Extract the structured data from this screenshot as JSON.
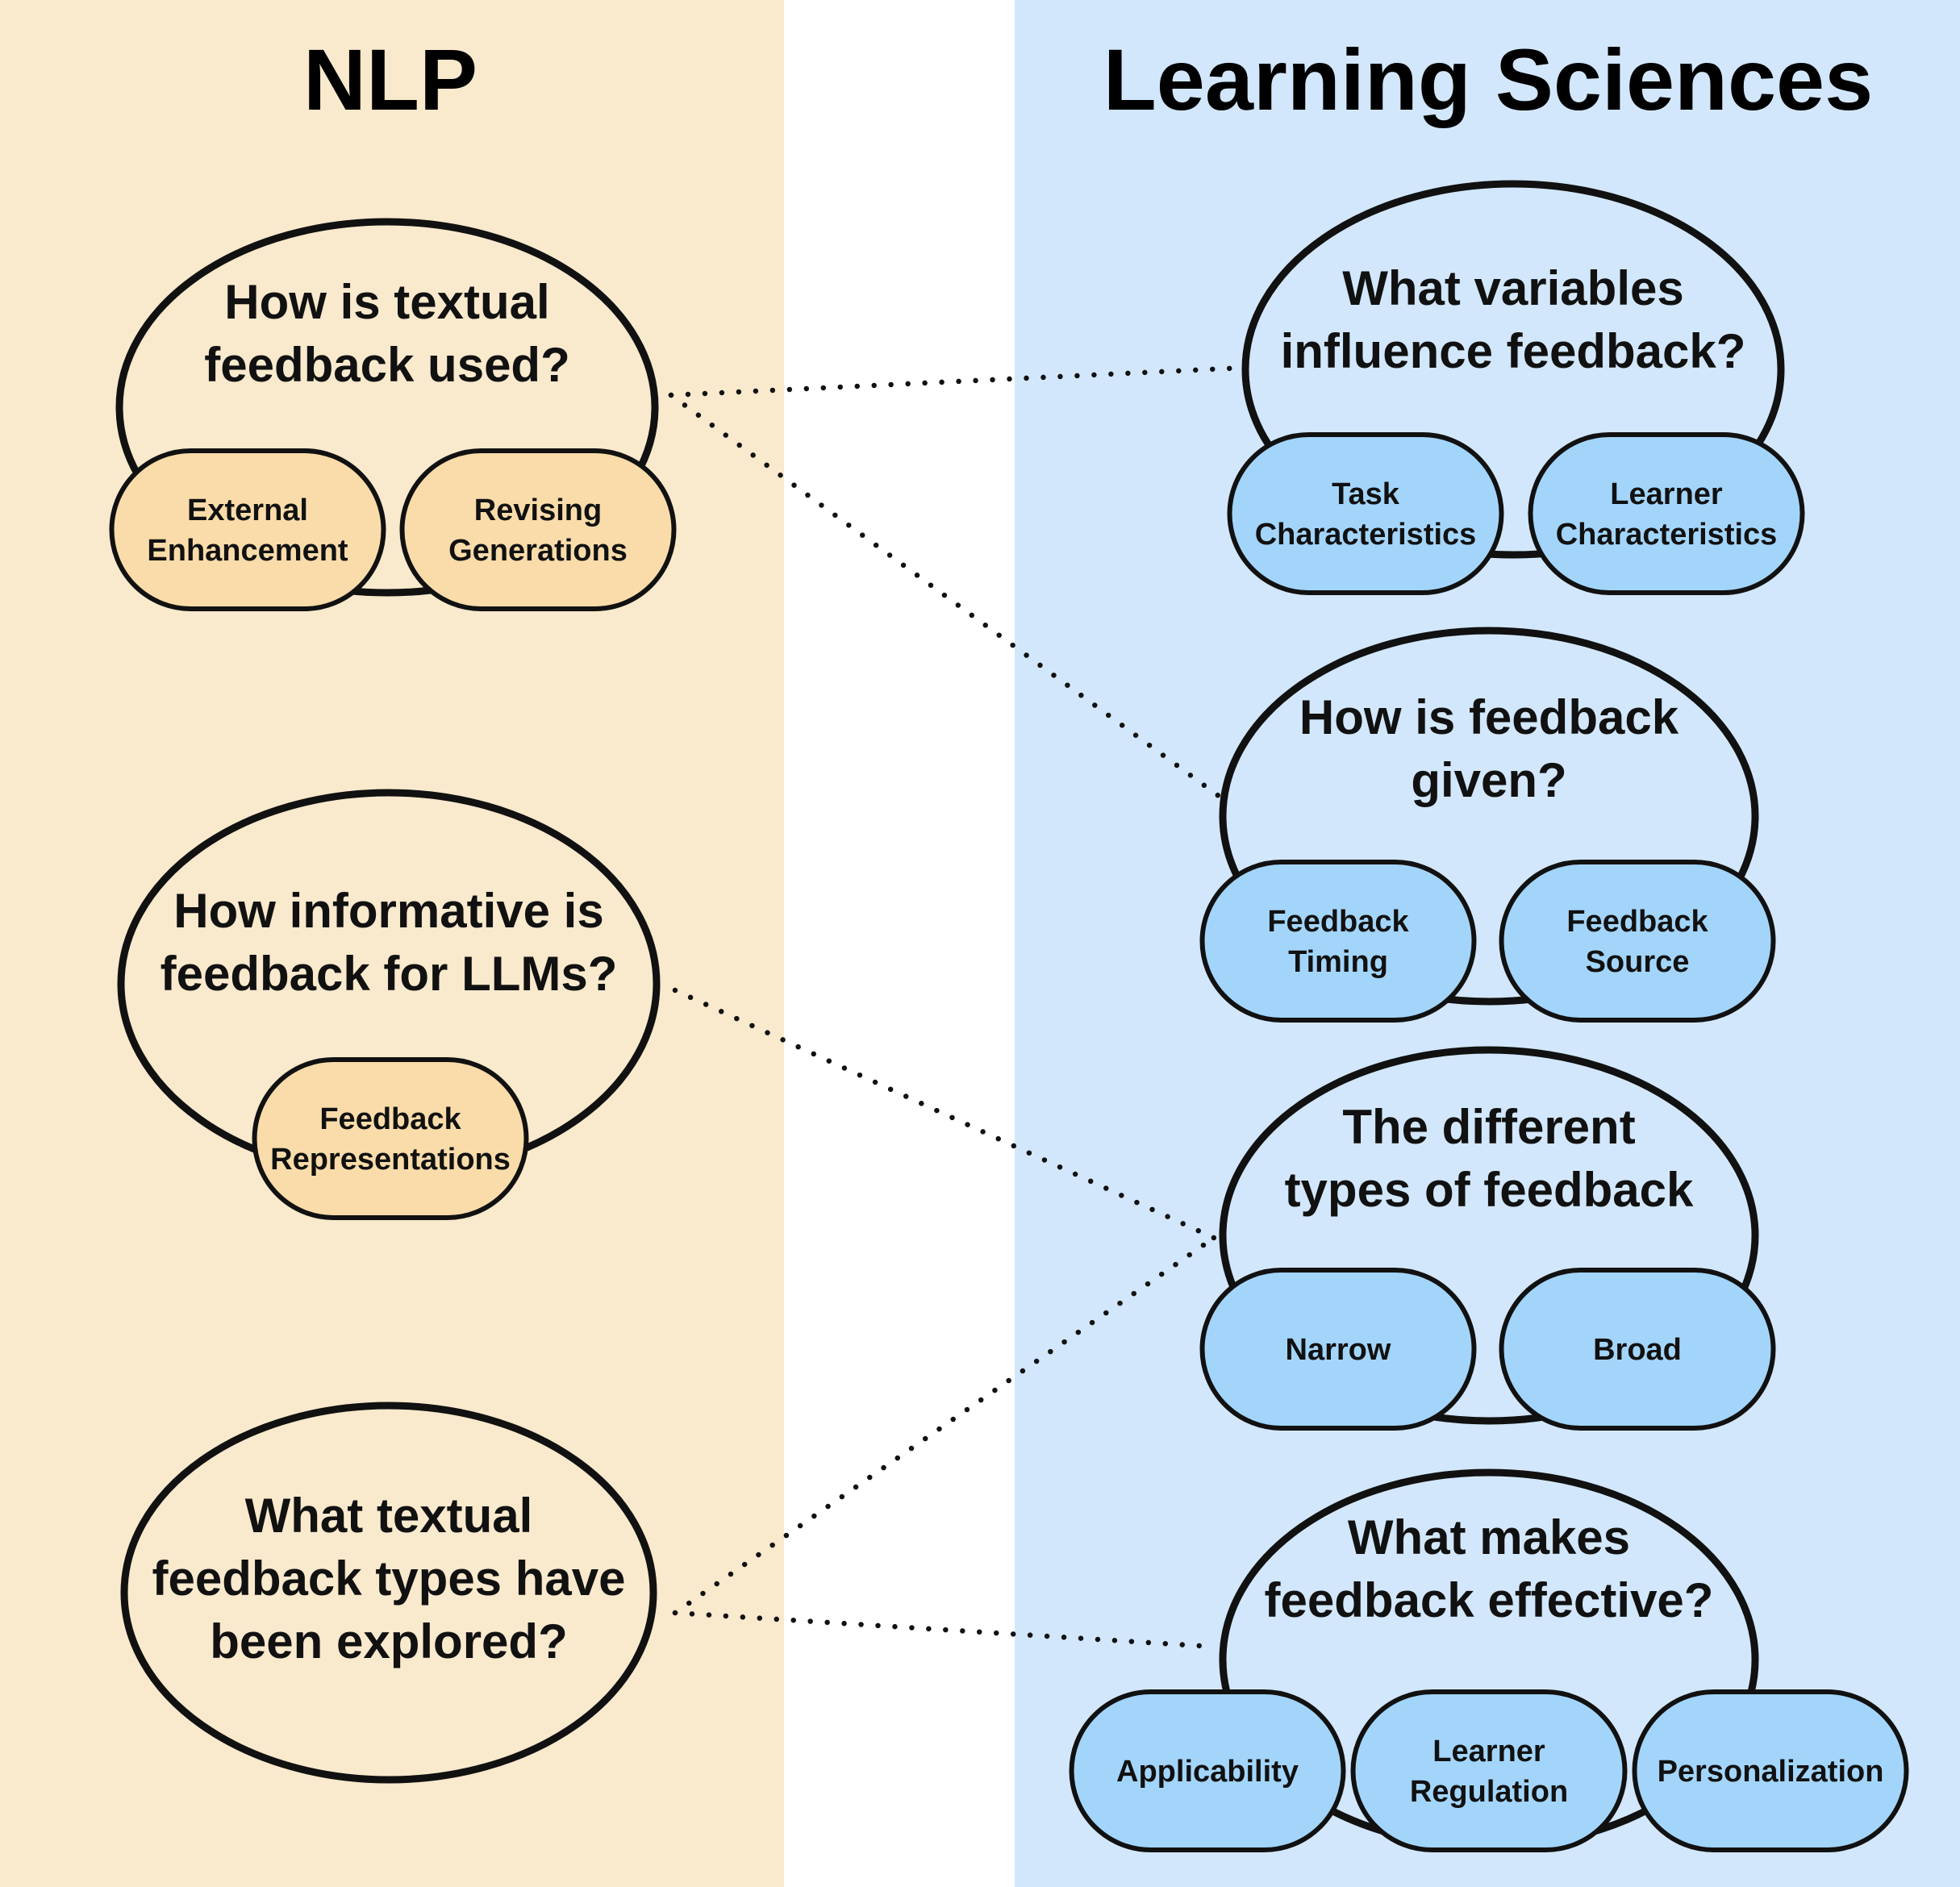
{
  "colors": {
    "nlp_panel": "#f9e9cd",
    "ls_panel": "#d2e7fb",
    "nlp_pill": "#f9dcaa",
    "ls_pill": "#a3d5fb",
    "outline": "#111111"
  },
  "columns": {
    "nlp": {
      "title": "NLP"
    },
    "ls": {
      "title": "Learning Sciences"
    }
  },
  "nlp_groups": [
    {
      "title": [
        "How is textual",
        "feedback used?"
      ],
      "pills": [
        [
          "External",
          "Enhancement"
        ],
        [
          "Revising",
          "Generations"
        ]
      ]
    },
    {
      "title": [
        "How informative is",
        "feedback for LLMs?"
      ],
      "pills": [
        [
          "Feedback",
          "Representations"
        ]
      ]
    },
    {
      "title": [
        "What textual",
        "feedback types have",
        "been explored?"
      ],
      "pills": []
    }
  ],
  "ls_groups": [
    {
      "title": [
        "What variables",
        "influence feedback?"
      ],
      "pills": [
        [
          "Task",
          "Characteristics"
        ],
        [
          "Learner",
          "Characteristics"
        ]
      ]
    },
    {
      "title": [
        "How is feedback",
        "given?"
      ],
      "pills": [
        [
          "Feedback",
          "Timing"
        ],
        [
          "Feedback",
          "Source"
        ]
      ]
    },
    {
      "title": [
        "The different",
        "types of feedback"
      ],
      "pills": [
        [
          "Narrow"
        ],
        [
          "Broad"
        ]
      ]
    },
    {
      "title": [
        "What makes",
        "feedback effective?"
      ],
      "pills": [
        [
          "Applicability"
        ],
        [
          "Learner",
          "Regulation"
        ],
        [
          "Personalization"
        ]
      ]
    }
  ],
  "connections": [
    {
      "from": "nlp-0",
      "to": "ls-0"
    },
    {
      "from": "nlp-0",
      "to": "ls-1"
    },
    {
      "from": "nlp-1",
      "to": "ls-2"
    },
    {
      "from": "nlp-2",
      "to": "ls-2"
    },
    {
      "from": "nlp-2",
      "to": "ls-3"
    }
  ]
}
